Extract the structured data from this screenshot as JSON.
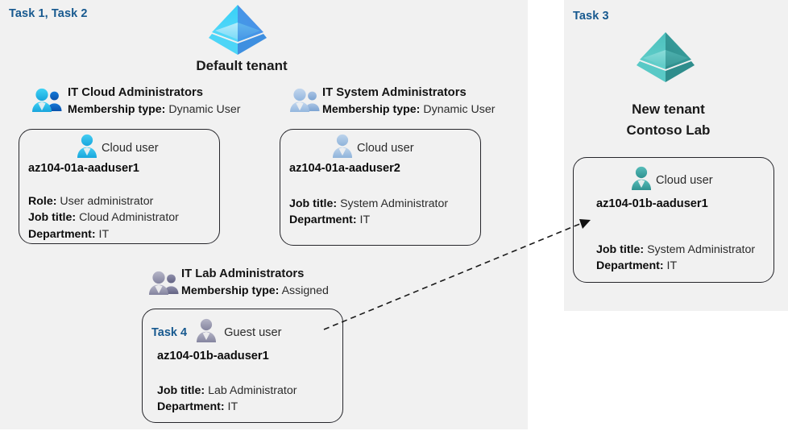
{
  "panels": {
    "left": {
      "task_label": "Task 1, Task 2"
    },
    "right": {
      "task_label": "Task 3"
    }
  },
  "tenants": [
    {
      "name": "Default tenant",
      "icon": "azure-ad-tenant-icon",
      "color": "#3fc4f0",
      "color_dark": "#3f8fe0"
    },
    {
      "name_line1": "New  tenant",
      "name_line2": "Contoso Lab",
      "icon": "azure-ad-tenant-icon",
      "color": "#4cc3c0",
      "color_dark": "#2f8d8c"
    }
  ],
  "groups": [
    {
      "title": "IT Cloud Administrators",
      "membership_label": "Membership type:",
      "membership_value": "Dynamic User",
      "icon": "group-users-icon",
      "icon_color": "#22b4e8"
    },
    {
      "title": "IT System Administrators",
      "membership_label": "Membership type:",
      "membership_value": "Dynamic User",
      "icon": "group-users-icon",
      "icon_color": "#a8c4e4"
    },
    {
      "title": "IT Lab Administrators",
      "membership_label": "Membership type:",
      "membership_value": "Assigned",
      "icon": "group-users-icon",
      "icon_color": "#9a9ab4"
    }
  ],
  "cards": [
    {
      "kind": "Cloud user",
      "icon": "cloud-user-icon",
      "icon_color": "#2fb6e8",
      "upn": "az104-01a-aaduser1",
      "props": [
        {
          "label": "Role:",
          "value": "User administrator"
        },
        {
          "label": "Job title:",
          "value": "Cloud Administrator"
        },
        {
          "label": "Department:",
          "value": "IT"
        }
      ]
    },
    {
      "kind": "Cloud user",
      "icon": "cloud-user-icon",
      "icon_color": "#a8c4e4",
      "upn": "az104-01a-aaduser2",
      "props": [
        {
          "label": "Job title:",
          "value": "System Administrator"
        },
        {
          "label": "Department:",
          "value": "IT"
        }
      ]
    },
    {
      "task_inline": "Task 4",
      "kind": "Guest user",
      "icon": "guest-user-icon",
      "icon_color": "#9a9ab4",
      "upn": "az104-01b-aaduser1",
      "props": [
        {
          "label": "Job title:",
          "value": "Lab Administrator"
        },
        {
          "label": "Department:",
          "value": "IT"
        }
      ]
    },
    {
      "kind": "Cloud user",
      "icon": "cloud-user-icon",
      "icon_color": "#3fa9a6",
      "upn": "az104-01b-aaduser1",
      "props": [
        {
          "label": "Job title:",
          "value": "System Administrator"
        },
        {
          "label": "Department:",
          "value": "IT"
        }
      ]
    }
  ],
  "connector": {
    "name": "guest-invite-arrow",
    "style": "dashed",
    "color": "#1a1a1a"
  }
}
